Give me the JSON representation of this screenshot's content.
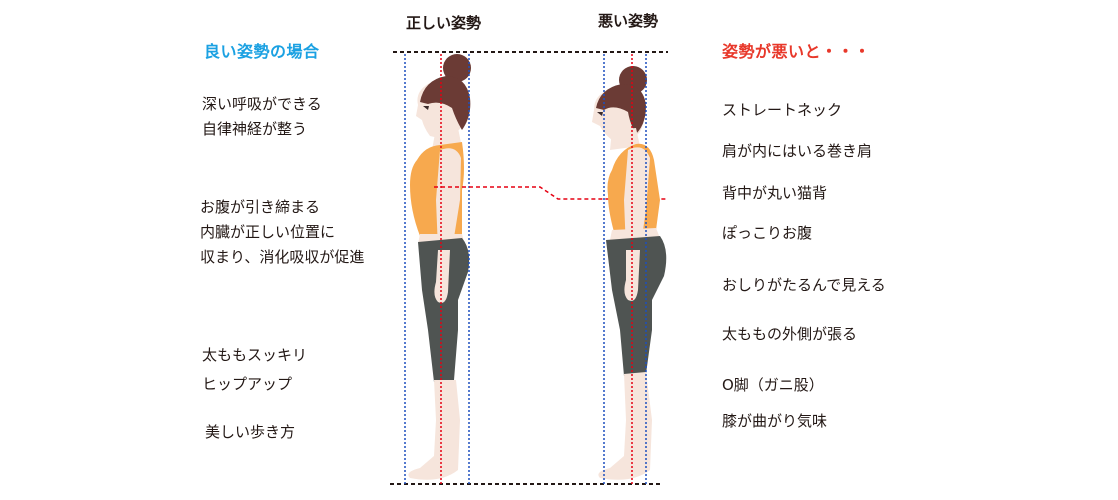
{
  "left_panel": {
    "heading": "良い姿勢の場合",
    "heading_color": "#1ba1e2",
    "groups": [
      {
        "lines": [
          "深い呼吸ができる",
          "自律神経が整う"
        ]
      },
      {
        "lines": [
          "お腹が引き締まる",
          "内臓が正しい位置に",
          "収まり、消化吸収が促進"
        ]
      },
      {
        "lines": [
          "太ももスッキリ"
        ]
      },
      {
        "lines": [
          "ヒップアップ"
        ]
      },
      {
        "lines": [
          "美しい歩き方"
        ]
      }
    ]
  },
  "figures": {
    "good": {
      "title": "正しい姿勢"
    },
    "bad": {
      "title": "悪い姿勢"
    },
    "colors": {
      "hair": "#6b3b35",
      "skin": "#f6e5dc",
      "top": "#f7a94e",
      "pants": "#4f5452",
      "center_line": "#e60012",
      "guide_line": "#1d4fbd",
      "baseline": "#231815"
    }
  },
  "right_panel": {
    "heading": "姿勢が悪いと・・・",
    "heading_color": "#e8382a",
    "items": [
      "ストレートネック",
      "肩が内にはいる巻き肩",
      "背中が丸い猫背",
      "ぽっこりお腹",
      "おしりがたるんで見える",
      "太ももの外側が張る",
      "O脚（ガニ股）",
      "膝が曲がり気味"
    ]
  }
}
